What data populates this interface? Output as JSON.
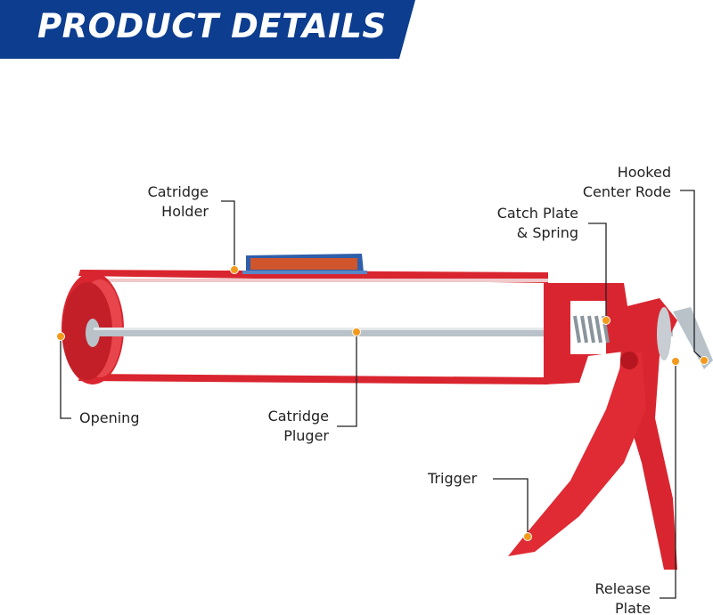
{
  "banner": {
    "title": "PRODUCT DETAILS",
    "color": "#0d3d8f"
  },
  "colors": {
    "gun_red": "#d9252f",
    "rod": "#b9c2c9",
    "dot": "#f39a1c",
    "leader": "#222222"
  },
  "labels": {
    "cartridge_holder": [
      "Catridge",
      "Holder"
    ],
    "hooked_center_rod": [
      "Hooked",
      "Center Rode"
    ],
    "catch_plate": [
      "Catch Plate",
      "& Spring"
    ],
    "opening": "Opening",
    "cartridge_plunger": [
      "Catridge",
      "Pluger"
    ],
    "trigger": "Trigger",
    "release_plate": [
      "Release",
      "Plate"
    ]
  }
}
